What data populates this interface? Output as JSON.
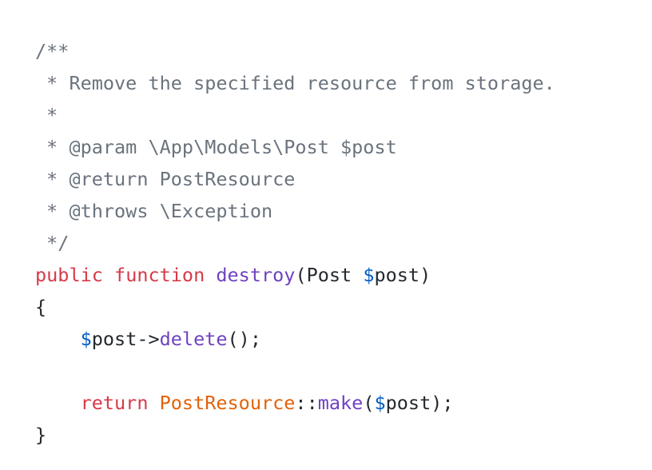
{
  "code": {
    "language": "php",
    "lines": [
      [
        {
          "t": "comment",
          "v": "/**"
        }
      ],
      [
        {
          "t": "comment",
          "v": " * Remove the specified resource from storage."
        }
      ],
      [
        {
          "t": "comment",
          "v": " *"
        }
      ],
      [
        {
          "t": "comment",
          "v": " * @param \\App\\Models\\Post $post"
        }
      ],
      [
        {
          "t": "comment",
          "v": " * @return PostResource"
        }
      ],
      [
        {
          "t": "comment",
          "v": " * @throws \\Exception"
        }
      ],
      [
        {
          "t": "comment",
          "v": " */"
        }
      ],
      [
        {
          "t": "keyword",
          "v": "public"
        },
        {
          "t": "plain",
          "v": " "
        },
        {
          "t": "keyword",
          "v": "function"
        },
        {
          "t": "plain",
          "v": " "
        },
        {
          "t": "func",
          "v": "destroy"
        },
        {
          "t": "plain",
          "v": "(Post "
        },
        {
          "t": "var",
          "v": "$"
        },
        {
          "t": "plain",
          "v": "post)"
        }
      ],
      [
        {
          "t": "plain",
          "v": "{"
        }
      ],
      [
        {
          "t": "plain",
          "v": "    "
        },
        {
          "t": "var",
          "v": "$"
        },
        {
          "t": "plain",
          "v": "post->"
        },
        {
          "t": "func",
          "v": "delete"
        },
        {
          "t": "plain",
          "v": "();"
        }
      ],
      [
        {
          "t": "plain",
          "v": ""
        }
      ],
      [
        {
          "t": "plain",
          "v": "    "
        },
        {
          "t": "keyword",
          "v": "return"
        },
        {
          "t": "plain",
          "v": " "
        },
        {
          "t": "class",
          "v": "PostResource"
        },
        {
          "t": "plain",
          "v": "::"
        },
        {
          "t": "func",
          "v": "make"
        },
        {
          "t": "plain",
          "v": "("
        },
        {
          "t": "var",
          "v": "$"
        },
        {
          "t": "plain",
          "v": "post);"
        }
      ],
      [
        {
          "t": "plain",
          "v": "}"
        }
      ]
    ]
  },
  "colors": {
    "comment": "#6a737d",
    "keyword": "#d73a49",
    "func": "#6f42c1",
    "var": "#005cc5",
    "class": "#e36209",
    "plain": "#24292e",
    "background": "#ffffff"
  }
}
